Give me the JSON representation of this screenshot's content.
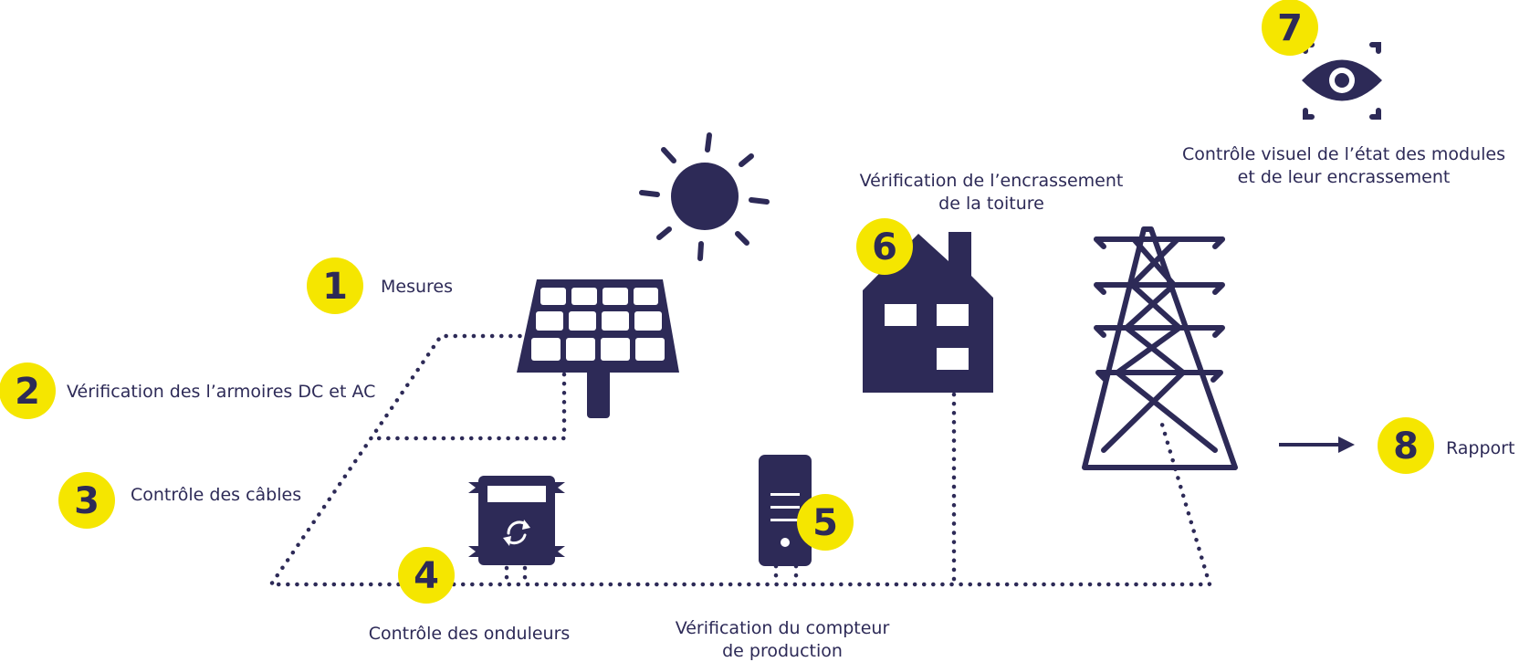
{
  "colors": {
    "navy": "#2d2a57",
    "yellow": "#f5e600",
    "background": "#ffffff"
  },
  "steps": [
    {
      "number": "1",
      "lines": [
        "Mesures"
      ]
    },
    {
      "number": "2",
      "lines": [
        "Vérification des l’armoires DC et AC"
      ]
    },
    {
      "number": "3",
      "lines": [
        "Contrôle des câbles"
      ]
    },
    {
      "number": "4",
      "lines": [
        "Contrôle des onduleurs"
      ]
    },
    {
      "number": "5",
      "lines": [
        "Vérification du compteur",
        "de production"
      ]
    },
    {
      "number": "6",
      "lines": [
        "Vérification de l’encrassement",
        "de la toiture"
      ]
    },
    {
      "number": "7",
      "lines": [
        "Contrôle visuel de l’état des modules",
        "et de leur encrassement"
      ]
    },
    {
      "number": "8",
      "lines": [
        "Rapport"
      ]
    }
  ],
  "icons": [
    "sun-icon",
    "solar-panel-icon",
    "inverter-icon",
    "meter-icon",
    "house-icon",
    "pylon-icon",
    "eye-scan-icon",
    "arrow-right-icon"
  ]
}
